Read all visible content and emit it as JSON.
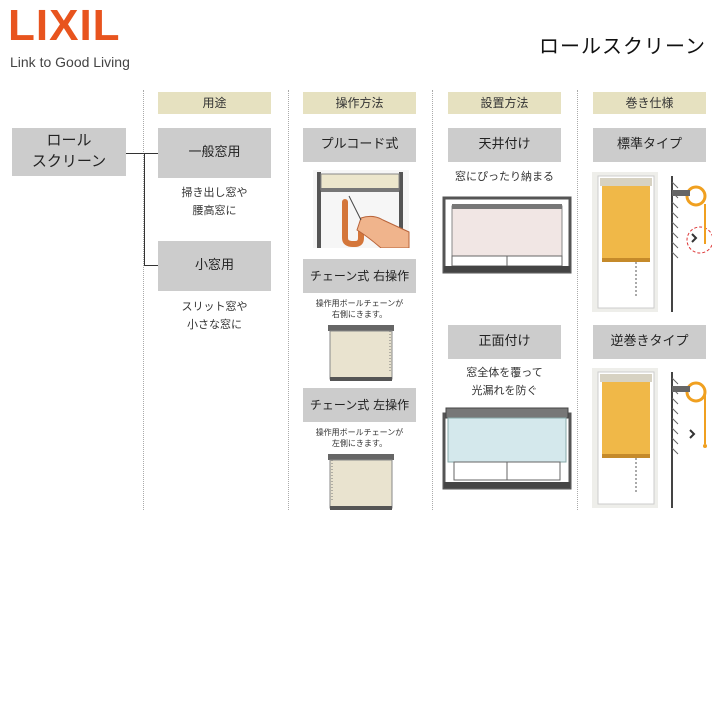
{
  "brand": {
    "logo": "LIXIL",
    "tagline": "Link to Good Living",
    "colors": {
      "logo": "#e8541e",
      "header_bg": "#e6e1c0",
      "box_bg": "#cccccc"
    }
  },
  "product_title": "ロールスクリーン",
  "tree_root": {
    "line1": "ロール",
    "line2": "スクリーン"
  },
  "columns": {
    "usage": {
      "header": "用途",
      "items": [
        {
          "label": "一般窓用",
          "note1": "掃き出し窓や",
          "note2": "腰高窓に"
        },
        {
          "label": "小窓用",
          "note1": "スリット窓や",
          "note2": "小さな窓に"
        }
      ]
    },
    "operation": {
      "header": "操作方法",
      "items": [
        {
          "label": "プルコード式"
        },
        {
          "label": "チェーン式 右操作",
          "note1": "操作用ボールチェーンが",
          "note2": "右側にきます。"
        },
        {
          "label": "チェーン式 左操作",
          "note1": "操作用ボールチェーンが",
          "note2": "左側にきます。"
        }
      ]
    },
    "installation": {
      "header": "設置方法",
      "items": [
        {
          "label": "天井付け",
          "note1": "窓にぴったり納まる"
        },
        {
          "label": "正面付け",
          "note1": "窓全体を覆って",
          "note2": "光漏れを防ぐ"
        }
      ]
    },
    "winding": {
      "header": "巻き仕様",
      "items": [
        {
          "label": "標準タイプ"
        },
        {
          "label": "逆巻きタイプ"
        }
      ]
    }
  },
  "icons": [
    "pull-cord-illustration",
    "chain-right-illustration",
    "chain-left-illustration",
    "ceiling-mount-illustration",
    "front-mount-illustration",
    "standard-roll-photo",
    "reverse-roll-photo"
  ]
}
